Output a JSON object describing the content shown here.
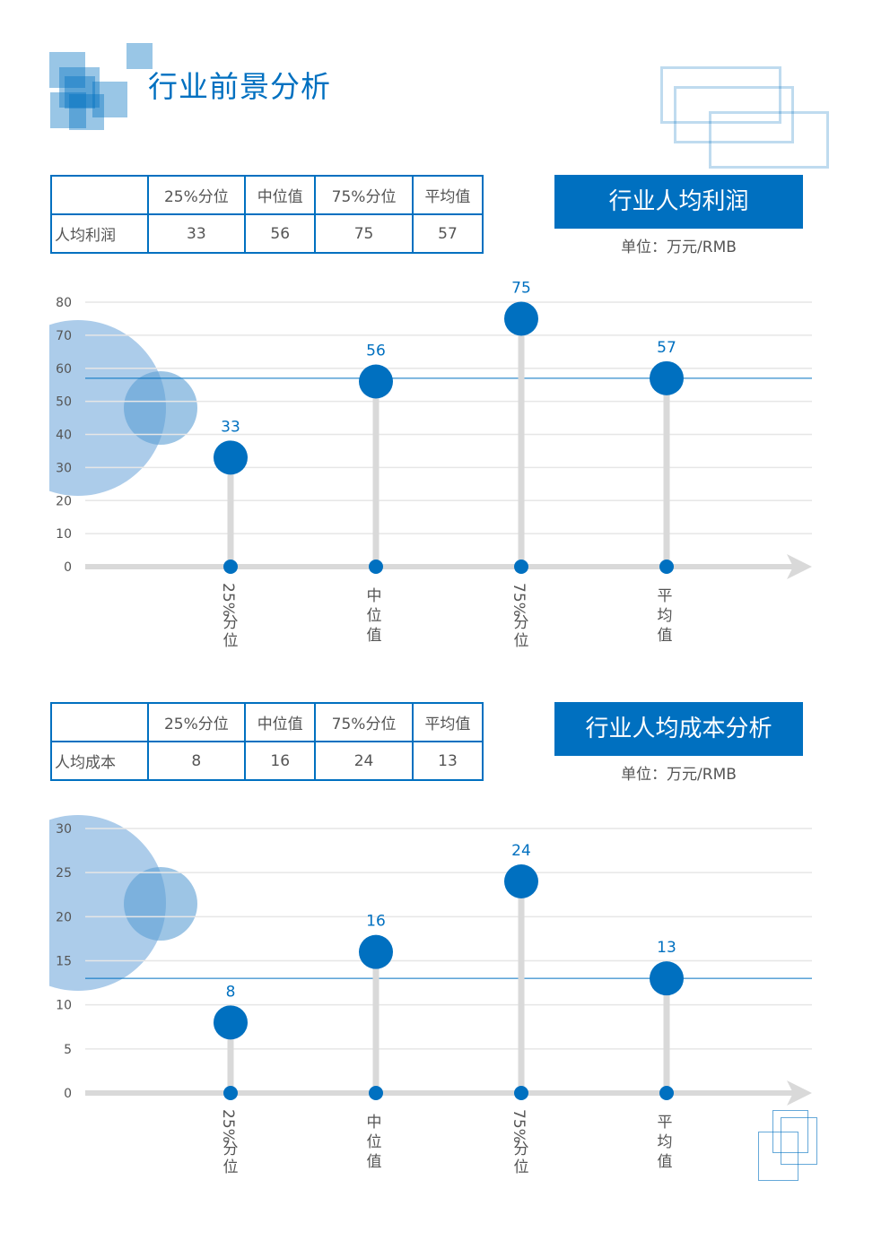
{
  "page_title": "行业前景分析",
  "colors": {
    "accent": "#0070c0",
    "stem": "#d9d9d9",
    "grid": "#e6e6e6",
    "decor": "#9dc3e6"
  },
  "chart_data": [
    {
      "type": "lollipop",
      "banner": "行业人均利润",
      "unit": "单位：万元/RMB",
      "table": {
        "headers": [
          "",
          "25%分位",
          "中位值",
          "75%分位",
          "平均值"
        ],
        "row_label": "人均利润",
        "values": [
          "33",
          "56",
          "75",
          "57"
        ]
      },
      "categories": [
        "25%分位",
        "中位值",
        "75%分位",
        "平均值"
      ],
      "values": [
        33,
        56,
        75,
        57
      ],
      "reference_line": 57,
      "ylim": [
        0,
        80
      ],
      "yticks": [
        0,
        10,
        20,
        30,
        40,
        50,
        60,
        70,
        80
      ],
      "grid": true
    },
    {
      "type": "lollipop",
      "banner": "行业人均成本分析",
      "unit": "单位：万元/RMB",
      "table": {
        "headers": [
          "",
          "25%分位",
          "中位值",
          "75%分位",
          "平均值"
        ],
        "row_label": "人均成本",
        "values": [
          "8",
          "16",
          "24",
          "13"
        ]
      },
      "categories": [
        "25%分位",
        "中位值",
        "75%分位",
        "平均值"
      ],
      "values": [
        8,
        16,
        24,
        13
      ],
      "reference_line": 13,
      "ylim": [
        0,
        30
      ],
      "yticks": [
        0,
        5,
        10,
        15,
        20,
        25,
        30
      ],
      "grid": true
    }
  ]
}
